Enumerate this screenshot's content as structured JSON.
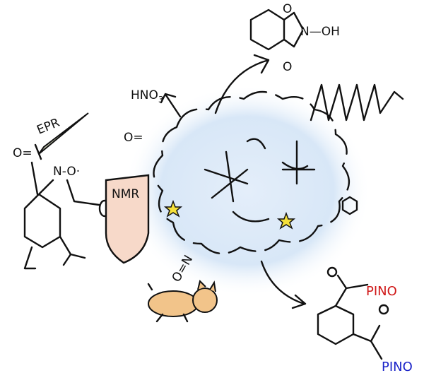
{
  "labels": {
    "epr": "EPR",
    "nmr": "NMR",
    "hno3_main": "HNO",
    "hno3_sub": "3",
    "pino_red": "PINO",
    "pino_blue": "PINO",
    "nhpi_top_o": "O",
    "nhpi_n_oh": "N—OH",
    "nhpi_bottom_o": "O",
    "pino_left_n_o": "N-O·",
    "o_double_left": "O=",
    "o_free": "O=",
    "nitroso": "O=N",
    "product_o1": "O",
    "product_o2": "O"
  },
  "colors": {
    "ink": "#111111",
    "cloud": "#dce9f7",
    "shield_fill": "#f7d9c9",
    "sword": "#d9dcc0",
    "star": "#f5e03a",
    "cat": "#f2c48a",
    "pino_red": "#d01818",
    "pino_blue": "#1a23c8"
  }
}
